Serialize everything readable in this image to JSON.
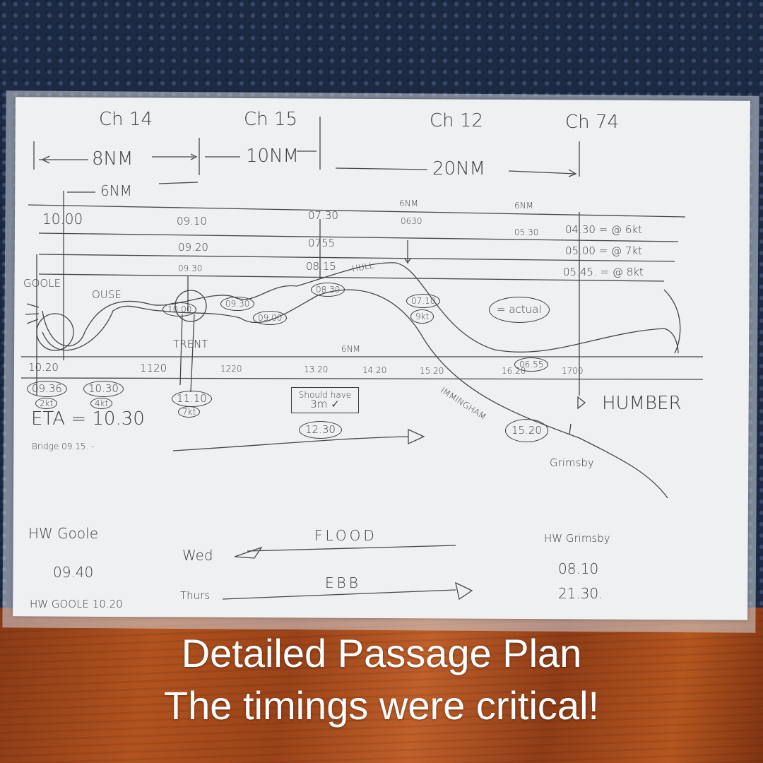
{
  "plan": {
    "channels": [
      "Ch 14",
      "Ch 15",
      "Ch 12",
      "Ch 74"
    ],
    "distances": {
      "leg1": "8NM",
      "leg2": "10NM",
      "leg3": "20NM",
      "sub1": "6NM",
      "mark1": "6NM",
      "mark2": "6NM",
      "bottom": "6NM"
    },
    "row1": [
      "10.00",
      "09.10",
      "07.30",
      "0630",
      "05.30",
      "04.30 = @ 6kt"
    ],
    "row2": [
      "09.20",
      "0755",
      "05.00 = @ 7kt"
    ],
    "row3": [
      "09.30",
      "08.15",
      "05.45. = @ 8kt"
    ],
    "places": {
      "goole": "GOOLE",
      "ouse": "OUSE",
      "hull": "HULL",
      "trent": "TRENT",
      "immingham": "IMMINGHAM",
      "humber": "HUMBER",
      "grimsby": "Grimsby"
    },
    "circled": {
      "c1": "10.00",
      "c2": "09.30",
      "c3": "09.00",
      "c4": "08.30",
      "c5": "07.10",
      "c6": "9kt",
      "c7": "= actual",
      "c8": "06.55",
      "c9": "15.20"
    },
    "bottom_times": [
      "10.20",
      "1120",
      "1220",
      "13.20",
      "14.20",
      "15.20",
      "16.20",
      "1700"
    ],
    "arrivals": {
      "a1": "09.36",
      "a1kt": "2kt",
      "a2": "10.30",
      "a2kt": "4kt",
      "a3": "11.10",
      "a3kt": "7kt"
    },
    "eta": "ETA = 10.30",
    "bridge": "Bridge 09.15. -",
    "note": {
      "line1": "Should have",
      "line2": "3m ✓",
      "time": "12.30"
    },
    "hw_goole": {
      "title": "HW Goole",
      "time": "09.40",
      "second": "HW GOOLE 10.20"
    },
    "tides": {
      "wed": "Wed",
      "flood": "FLOOD",
      "thurs": "Thurs",
      "ebb": "EBB"
    },
    "hw_grimsby": {
      "title": "HW Grimsby",
      "t1": "08.10",
      "t2": "21.30."
    }
  },
  "caption": {
    "line1": "Detailed Passage Plan",
    "line2": "The timings were critical!"
  }
}
